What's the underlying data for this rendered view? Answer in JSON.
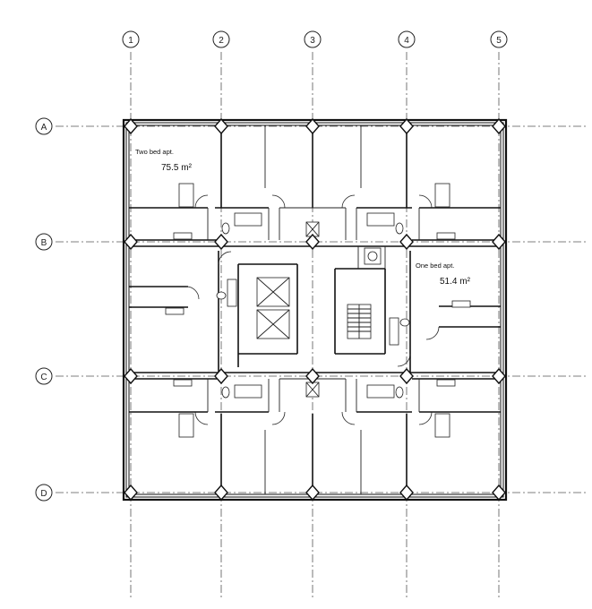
{
  "grid": {
    "columns": [
      "1",
      "2",
      "3",
      "4",
      "5"
    ],
    "rows": [
      "A",
      "B",
      "C",
      "D"
    ]
  },
  "rooms": [
    {
      "id": "two-bed",
      "name": "Two bed apt.",
      "area": "75.5 m²"
    },
    {
      "id": "one-bed",
      "name": "One bed apt.",
      "area": "51.4 m²"
    }
  ]
}
